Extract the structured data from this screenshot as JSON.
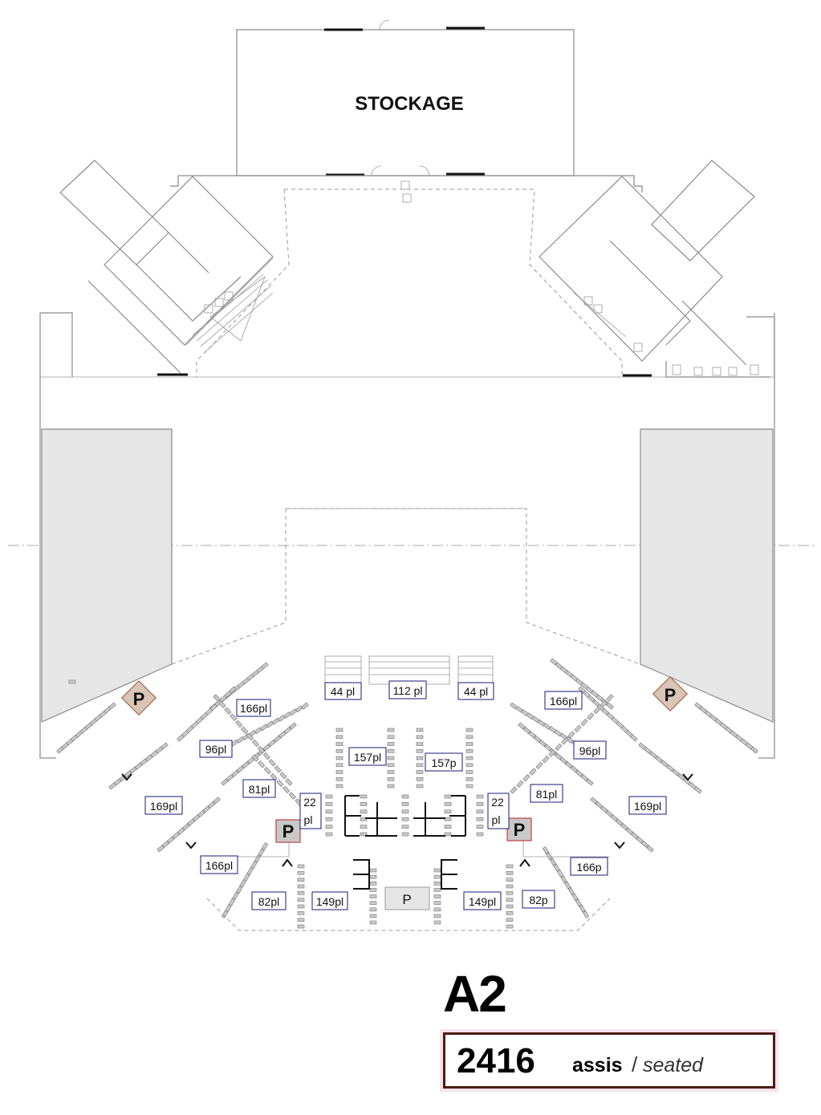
{
  "plan": {
    "storage_label": "STOCKAGE",
    "hall_name": "A2",
    "capacity": {
      "number": "2416",
      "word_fr": "assis",
      "separator": "/",
      "word_en": "seated"
    },
    "parking_symbol": "P",
    "sections": {
      "bleacher_left": "44 pl",
      "bleacher_center": "112 pl",
      "bleacher_right": "44 pl",
      "center_left": "157pl",
      "center_right": "157p",
      "upper_left": "166pl",
      "upper_right": "166pl",
      "mid_left": "96pl",
      "mid_right": "96pl",
      "inner_left": "81pl",
      "inner_right": "81pl",
      "box_left_line1": "22",
      "box_left_line2": "pl",
      "box_right_line1": "22",
      "box_right_line2": "pl",
      "wing_left": "169pl",
      "wing_right": "169pl",
      "lower_wing_left": "166pl",
      "lower_wing_right": "166p",
      "corner_left": "82pl",
      "corner_right": "82p",
      "bottom_left": "149pl",
      "bottom_right": "149pl"
    },
    "colors": {
      "capacity_border": "#4a1c14",
      "capacity_glow": "#f7e3ec",
      "label_border": "#1a1a7a"
    }
  }
}
